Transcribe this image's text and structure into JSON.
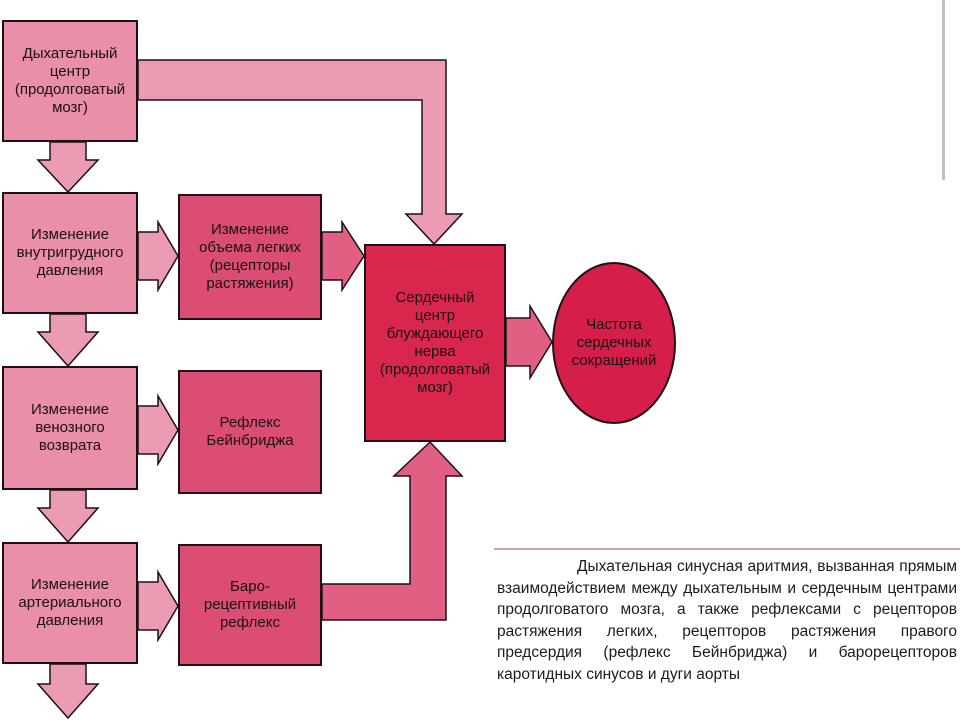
{
  "boxes": {
    "respiratory_center": "Дыхательный\nцентр\n(продолговатый\nмозг)",
    "intrathoracic_pressure": "Изменение\nвнутригрудного\nдавления",
    "venous_return": "Изменение\nвенозного\nвозврата",
    "arterial_pressure": "Изменение\nартериального\nдавления",
    "lung_volume": "Изменение\nобъема легких\n(рецепторы\nрастяжения)",
    "bainbridge_reflex": "Рефлекс\nБейнбриджа",
    "baroreceptor_reflex": "Баро-\nрецептивный\nрефлекс",
    "vagus_center": "Сердечный\nцентр\nблуждающего\nнерва\n(продолговатый\nмозг)",
    "heart_rate": "Частота\nсердечных\nсокращений"
  },
  "caption": "Дыхательная синусная аритмия, вызванная прямым взаимодействием между дыхательным и сердечным центрами продолговатого мозга, а также рефлексами с рецепторов растяжения легких, рецепторов растяжения правого предсердия (рефлекс Бейнбриджа) и барорецепторов каротидных синусов и дуги аорты",
  "colors": {
    "light_pink": "#e98fa8",
    "medium_pink": "#db4d72",
    "dark_crimson": "#d8264d",
    "outline": "#1e1014"
  }
}
